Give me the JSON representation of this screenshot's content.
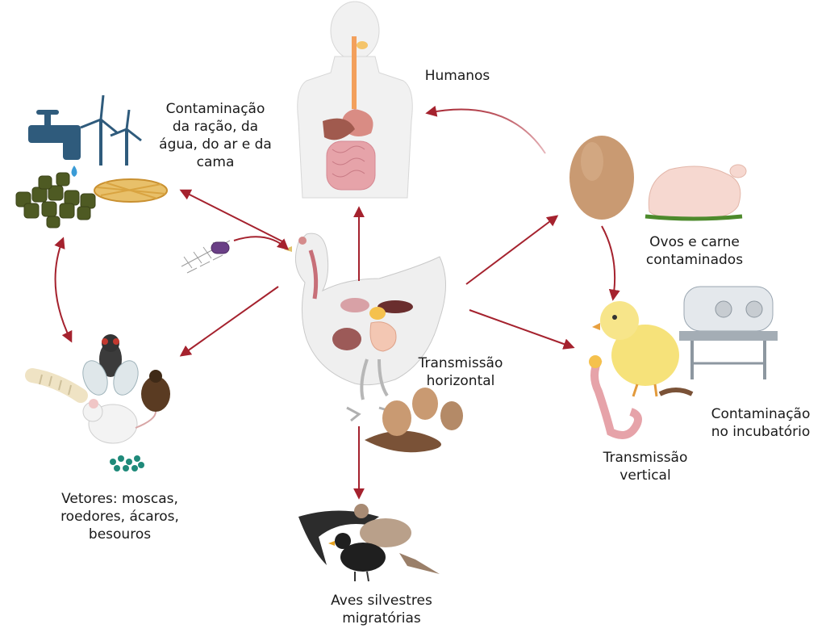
{
  "labels": {
    "humans": "Humanos",
    "feed": "Contaminação\nda ração, da\nágua, do ar e da\ncama",
    "eggs_meat": "Ovos e carne\ncontaminados",
    "horizontal": "Transmissão\nhorizontal",
    "hatchery": "Contaminação\nno incubatório",
    "vertical": "Transmissão\nvertical",
    "vectors": "Vetores: moscas,\nroedores, ácaros,\nbesouros",
    "wild_birds": "Aves silvestres\nmigratórias"
  },
  "colors": {
    "arrow": "#a5222e",
    "organ_pink": "#e6a3a9",
    "organ_orange": "#f0a35a",
    "feather": "#eeeeee",
    "egg": "#c99a72",
    "chick": "#f6e27a"
  },
  "icons": [
    "human-body-icon",
    "chicken-icon",
    "water-tap-icon",
    "wind-turbine-icon",
    "feed-pellets-icon",
    "straw-icon",
    "bacteria-icon",
    "egg-icon",
    "raw-chicken-icon",
    "chick-icon",
    "incubator-icon",
    "fly-icon",
    "beetle-icon",
    "larva-icon",
    "mouse-icon",
    "mites-icon",
    "swallow-icon",
    "blackbird-icon",
    "sparrow-icon"
  ]
}
